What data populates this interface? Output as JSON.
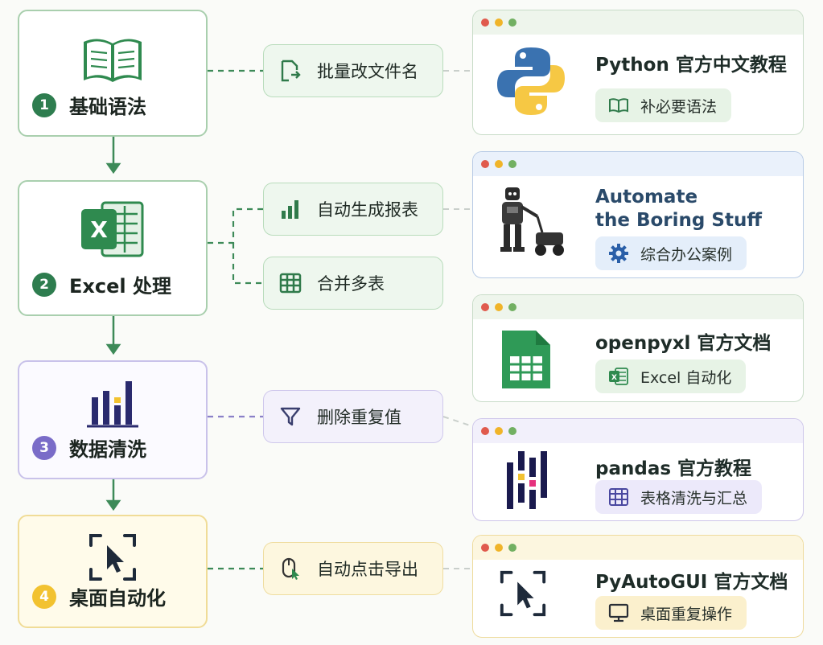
{
  "stages": [
    {
      "number": "1",
      "title": "基础语法",
      "icon": "open-book-icon",
      "color": "#2e7d4f"
    },
    {
      "number": "2",
      "title": "Excel 处理",
      "icon": "excel-icon",
      "color": "#2e7d4f"
    },
    {
      "number": "3",
      "title": "数据清洗",
      "icon": "bar-chart-icon",
      "color": "#7a6cc8"
    },
    {
      "number": "4",
      "title": "桌面自动化",
      "icon": "click-target-icon",
      "color": "#f2c230"
    }
  ],
  "tasks": [
    {
      "label": "批量改文件名",
      "icon": "file-rename-icon"
    },
    {
      "label": "自动生成报表",
      "icon": "bar-chart-icon"
    },
    {
      "label": "合并多表",
      "icon": "table-grid-icon"
    },
    {
      "label": "删除重复值",
      "icon": "filter-icon"
    },
    {
      "label": "自动点击导出",
      "icon": "mouse-click-icon"
    }
  ],
  "resources": [
    {
      "title": "Python 官方中文教程",
      "tag": "补必要语法",
      "logo": "python-logo",
      "tag_icon": "book-icon"
    },
    {
      "title_line1": "Automate",
      "title_line2": "the Boring Stuff",
      "tag": "综合办公案例",
      "logo": "robot-lawnmower-illustration",
      "tag_icon": "gear-icon"
    },
    {
      "title": "openpyxl 官方文档",
      "tag": "Excel 自动化",
      "logo": "spreadsheet-logo",
      "tag_icon": "excel-icon"
    },
    {
      "title": "pandas 官方教程",
      "tag": "表格清洗与汇总",
      "logo": "pandas-logo",
      "tag_icon": "table-icon"
    },
    {
      "title": "PyAutoGUI 官方文档",
      "tag": "桌面重复操作",
      "logo": "click-target-icon",
      "tag_icon": "monitor-icon"
    }
  ],
  "colors": {
    "green": "#2e7d4f",
    "purple": "#7a6cc8",
    "yellow": "#f2c230",
    "blue": "#2a5fa8"
  }
}
